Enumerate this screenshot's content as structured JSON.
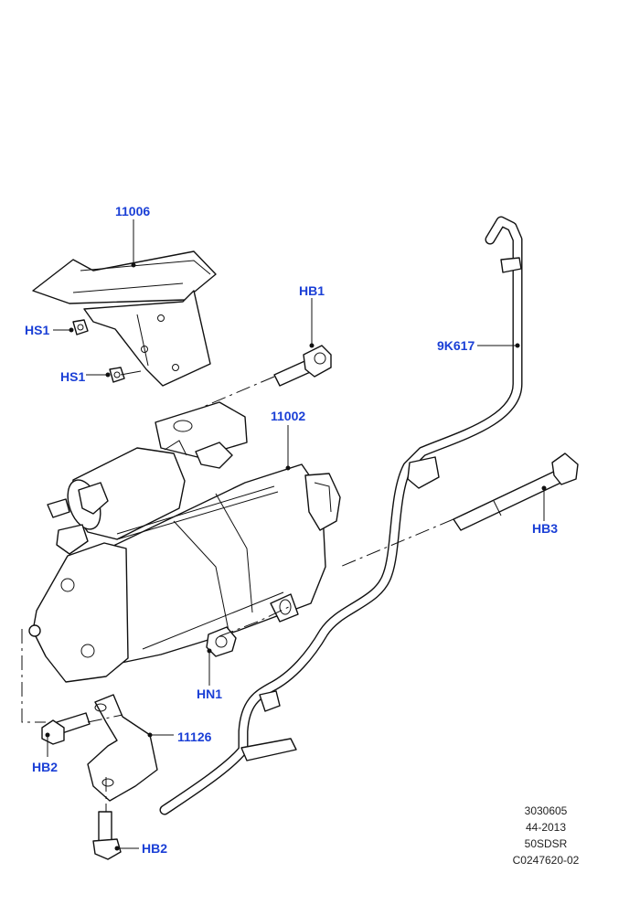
{
  "callouts": {
    "heat_shield": "11006",
    "screw_upper": "HS1",
    "screw_lower": "HS1",
    "bolt_upper": "HB1",
    "starter": "11002",
    "tube": "9K617",
    "bolt_long": "HB3",
    "nut": "HN1",
    "bracket": "11126",
    "bolt_bracket": "HB2",
    "bolt_bottom": "HB2"
  },
  "reference": {
    "line1": "3030605",
    "line2": "44-2013",
    "line3": "50SDSR",
    "line4": "C0247620-02"
  },
  "colors": {
    "callout_text": "#1a3fd6",
    "line_art": "#111111",
    "background": "#ffffff"
  }
}
